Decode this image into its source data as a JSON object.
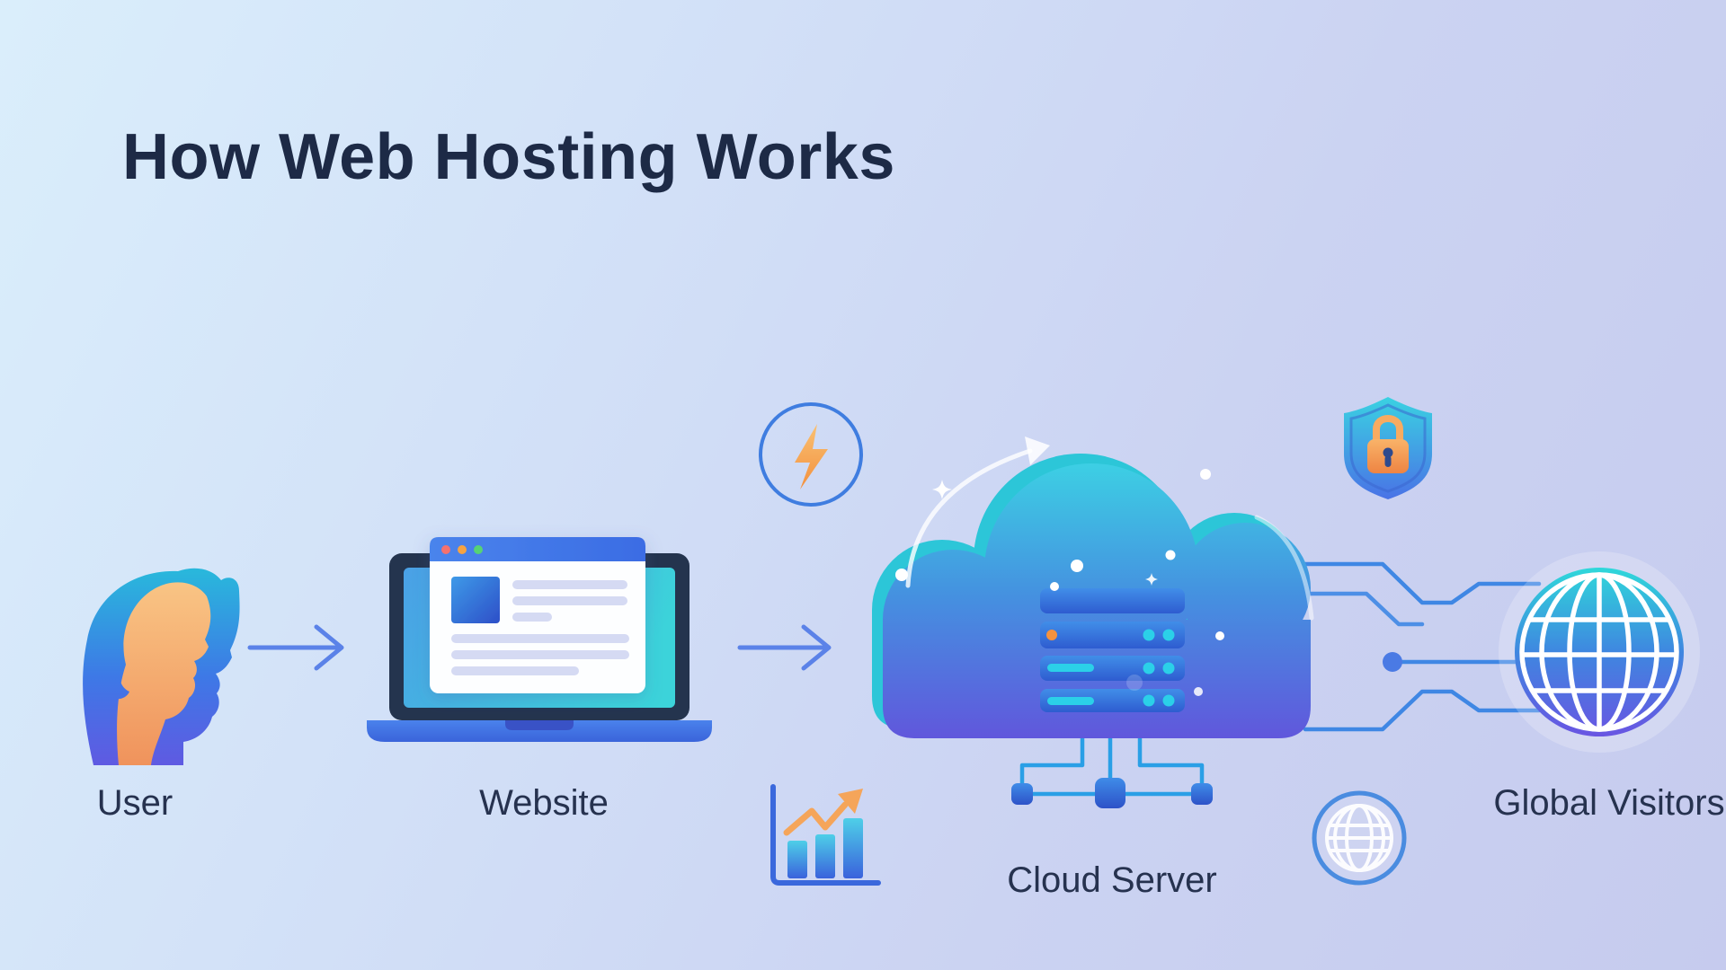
{
  "title": "How Web Hosting Works",
  "labels": {
    "user": "User",
    "website": "Website",
    "cloud_server": "Cloud Server",
    "global_visitors": "Global Visitors"
  },
  "icons": {
    "user": "user-profile-icon",
    "website": "laptop-browser-icon",
    "speed": "lightning-bolt-icon",
    "cloud_server": "cloud-server-rack-icon",
    "security": "shield-lock-icon",
    "analytics": "growth-bar-chart-icon",
    "global_visitors": "globe-gradient-icon",
    "network": "globe-wireframe-icon",
    "flow_arrows": "right-arrow-icon",
    "uptime": "curved-arrow-icon"
  },
  "colors": {
    "background_start": "#daeefb",
    "background_end": "#c6cbee",
    "title_text": "#1d2a46",
    "label_text": "#26324f",
    "accent_teal": "#35cede",
    "accent_blue": "#4a7de8",
    "accent_purple": "#6156dc",
    "accent_orange": "#f5a14e",
    "arrow": "#5b82e8",
    "trace": "#3f87e4",
    "server_dot_orange": "#f5923e",
    "server_dot_cyan": "#2bd0e8",
    "traffic_lights": [
      "#f4716e",
      "#f6a343",
      "#57d374"
    ]
  }
}
